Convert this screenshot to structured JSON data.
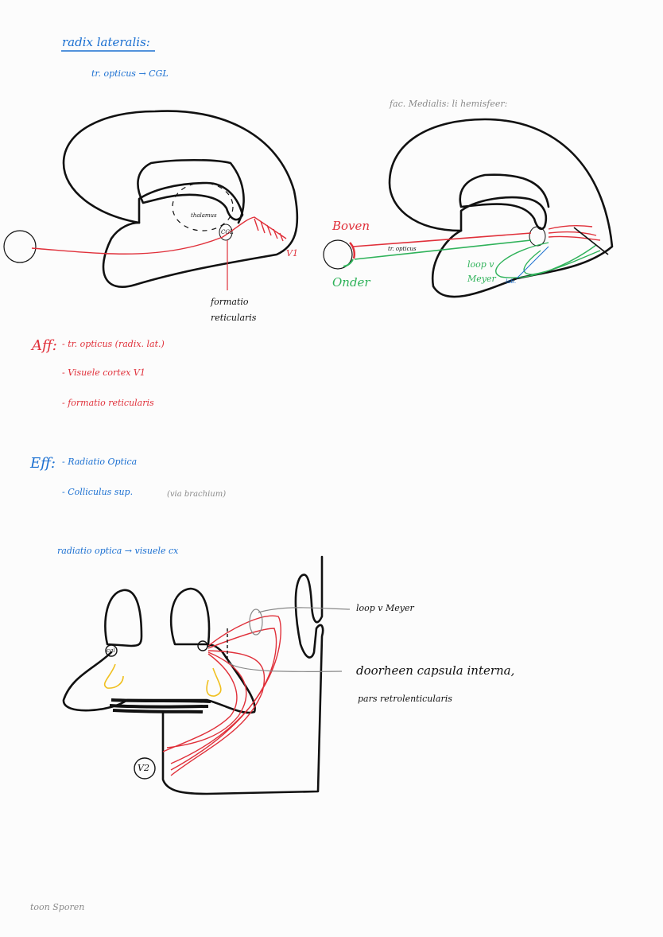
{
  "section1": {
    "title": "radix lateralis:",
    "subtitle": "tr. opticus → CGL",
    "lateral_labels": {
      "thalamus": "thalamus",
      "cgl": "CGL",
      "v1": "V1",
      "formatio": "formatio reticularis"
    },
    "medial_title": "fac. Medialis: li hemisfeer:",
    "medial_labels": {
      "boven": "Boven",
      "onder": "Onder",
      "tract": "tr. opticus",
      "meyer": "loop v Meyer",
      "small": "lab."
    }
  },
  "aff": {
    "label": "Aff:",
    "items": [
      "- tr. opticus (radix. lat.)",
      "- Visuele cortex V1",
      "- formatio reticularis"
    ]
  },
  "eff": {
    "label": "Eff:",
    "items": [
      "- Radiatio Optica",
      "- Colliculus sup."
    ],
    "note": "(via brachium)"
  },
  "section2": {
    "title": "radiatio optica → visuele cx",
    "cgl_label": "cgl",
    "v_label": "V2",
    "meyer": "loop v Meyer",
    "capsula": "doorheen capsula interna,",
    "pars": "pars retrolenticularis"
  },
  "footer": "toon Sporen",
  "colors": {
    "blue": "#1a6fd1",
    "red": "#e0303a",
    "green": "#2fb25a",
    "yellow": "#f0c020",
    "gray": "#8a8a8a"
  }
}
